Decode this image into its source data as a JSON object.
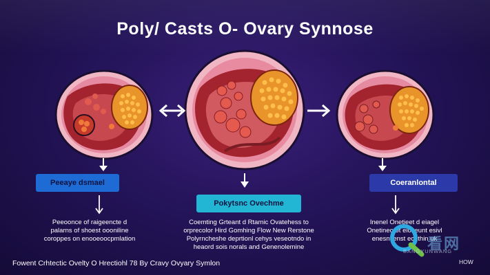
{
  "header": {
    "title": "Poly/ Casts O- Ovary Synnose"
  },
  "stages": [
    {
      "label": "Peeaye dsmael",
      "description": [
        "Peeoonce of raigeencte d",
        "palarns of shoest oooniline",
        "coroppes on enooeoocpmlation"
      ]
    },
    {
      "label": "Pokytsnc Ovechme",
      "description": [
        "Coemting Grteant d Rtamic Ovatehess to",
        "orprecolor Hird Gomhing Flow New Rerstone",
        "Polyrncheshe deprtionl cehys veseotndo in",
        "heaord sois norals and Genenolemine"
      ]
    },
    {
      "label": "Coeranlontal",
      "description": [
        "Inenel Onetieet d eiagel",
        "Onetineo ot eioiteunt esivl",
        "enesntlenst ecgthin uk"
      ]
    }
  ],
  "footer": {
    "caption": "Fowent Crhtectic Ovelty O Hrectiohl 78 By Cravy Ovyary Symlon"
  },
  "watermark": {
    "text": "看网",
    "subtext": "BANGYUNWANG"
  },
  "corner_mark": "HOW",
  "colors": {
    "background": "#24145a",
    "label_left": "#1f6bd6",
    "label_center": "#22b6d4",
    "label_right": "#2b3aa8",
    "tissue": "#a3242e",
    "follicle": "#e8942a"
  },
  "icons": [
    "ovary-illustration",
    "double-arrow-icon",
    "down-arrow-icon",
    "watermark-logo-icon"
  ]
}
